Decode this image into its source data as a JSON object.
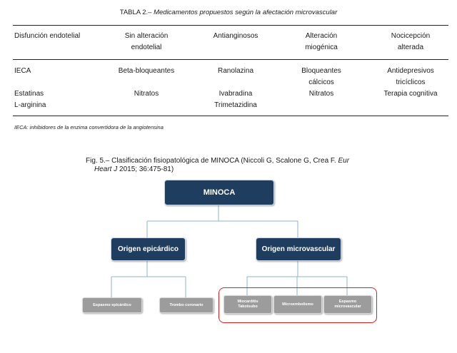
{
  "table": {
    "caption_label": "TABLA 2.–",
    "caption_text": "Medicamentos propuestos según la afectación microvascular",
    "headers": [
      [
        "Disfunción endotelial"
      ],
      [
        "Sin alteración",
        "endotelial"
      ],
      [
        "Antianginosos"
      ],
      [
        "Alteración",
        "miogénica"
      ],
      [
        "Nocicepción",
        "alterada"
      ]
    ],
    "rows": [
      [
        "IECA",
        "Beta-bloqueantes",
        "Ranolazina",
        "Bloqueantes",
        "Antidepresivos"
      ],
      [
        "",
        "",
        "",
        "cálcicos",
        "tricíclicos"
      ],
      [
        "Estatinas",
        "Nitratos",
        "Ivabradina",
        "Nitratos",
        "Terapia cognitiva"
      ],
      [
        "L-arginina",
        "",
        "Trimetazidina",
        "",
        ""
      ]
    ],
    "footnote": "IECA: inhibidores de la enzima convertidora de la angiotensina"
  },
  "figure": {
    "caption_line1_a": "Fig. 5.– Clasificación fisiopatológica de MINOCA (Niccoli G, Scalone G, Crea F.",
    "caption_line1_it": "Eur",
    "caption_line2_it": "Heart J",
    "caption_line2_b": "2015; 36:475-81)",
    "root": "MINOCA",
    "level1": [
      "Origen epicárdico",
      "Origen microvascular"
    ],
    "epicardial_children": [
      "Espasmo epicárdico",
      "Trombo coronario"
    ],
    "microvascular_children": [
      [
        "Miocarditis",
        "Takotsubo"
      ],
      [
        "Microembolismo"
      ],
      [
        "Espasmo",
        "microvascular"
      ]
    ],
    "colors": {
      "dark_node": "#1f3d5e",
      "gray_node": "#9c9c9c",
      "connector": "#8fb0cf",
      "highlight": "#e01e1e"
    }
  }
}
